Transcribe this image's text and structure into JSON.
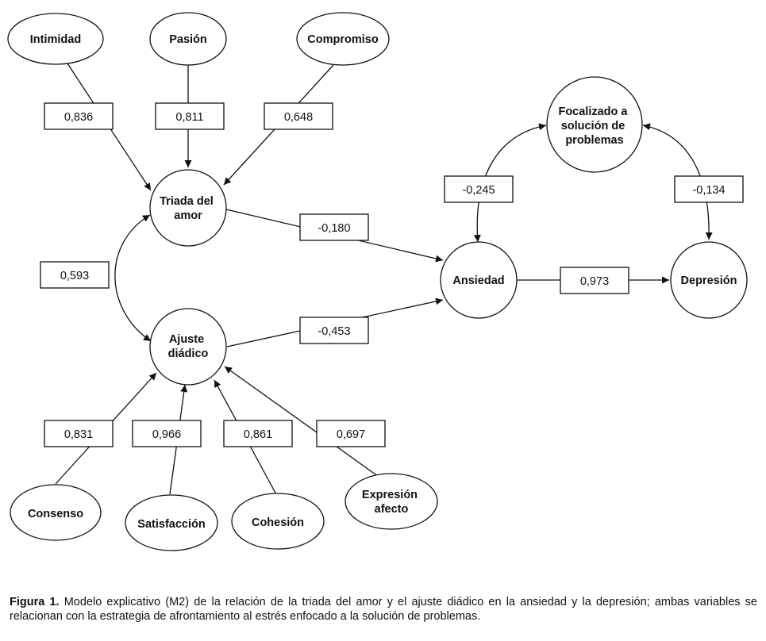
{
  "diagram": {
    "nodes": {
      "intimidad": [
        "Intimidad"
      ],
      "pasion": [
        "Pasión"
      ],
      "compromiso": [
        "Compromiso"
      ],
      "triada": [
        "Triada del",
        "amor"
      ],
      "ajuste": [
        "Ajuste",
        "diádico"
      ],
      "ansiedad": [
        "Ansiedad"
      ],
      "depresion": [
        "Depresión"
      ],
      "focalizado": [
        "Focalizado a",
        "solución de",
        "problemas"
      ],
      "consenso": [
        "Consenso"
      ],
      "satisfaccion": [
        "Satisfacción"
      ],
      "cohesion": [
        "Cohesión"
      ],
      "expresion": [
        "Expresión",
        "afecto"
      ]
    },
    "coefficients": {
      "intimidad_triada": "0,836",
      "pasion_triada": "0,811",
      "compromiso_triada": "0,648",
      "triada_ajuste": "0,593",
      "triada_ansiedad": "-0,180",
      "ajuste_ansiedad": "-0,453",
      "ansiedad_depresion": "0,973",
      "focalizado_ansiedad": "-0,245",
      "focalizado_depresion": "-0,134",
      "consenso_ajuste": "0,831",
      "satisfaccion_ajuste": "0,966",
      "cohesion_ajuste": "0,861",
      "expresion_ajuste": "0,697"
    }
  },
  "caption": {
    "label": "Figura 1.",
    "text": " Modelo explicativo (M2) de la relación de la triada del amor y el ajuste diádico en la ansiedad y la depresión; ambas variables se relacionan con la estrategia de afrontamiento al estrés enfocado a la solución de problemas."
  }
}
